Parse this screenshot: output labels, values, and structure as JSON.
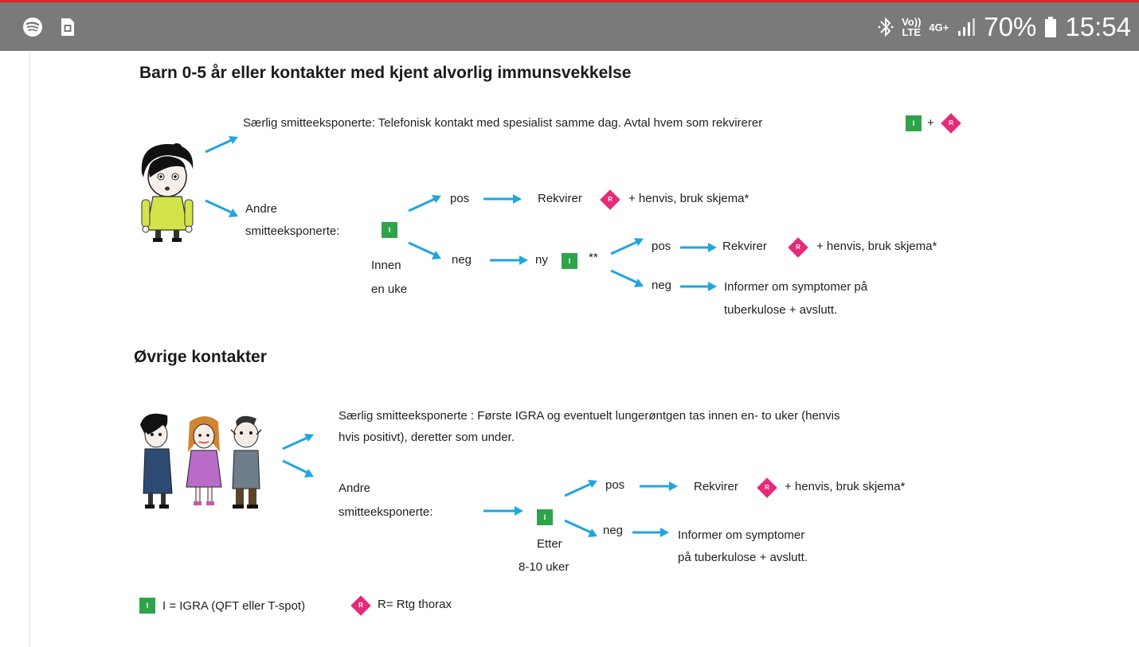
{
  "status_bar": {
    "left_icons": [
      "spotify-icon",
      "sim-card-icon"
    ],
    "right_icons": [
      "bluetooth-icon",
      "signal-icon",
      "battery-icon"
    ],
    "volte_top": "Vo))",
    "volte_bottom": "LTE",
    "network": "4G+",
    "battery": "70%",
    "time": "15:54"
  },
  "section1": {
    "title": "Barn 0-5 år eller kontakter med kjent alvorlig immunsvekkelse",
    "special_text": "Særlig smitteeksponerte: Telefonisk kontakt med spesialist samme dag. Avtal hvem som rekvirerer",
    "plus": "+",
    "andre_line1": "Andre",
    "andre_line2": "smitteeksponerte:",
    "innen_line1": "Innen",
    "innen_line2": "en uke",
    "pos": "pos",
    "neg": "neg",
    "rekvirer": "Rekvirer",
    "henvis": "+ henvis, bruk skjema*",
    "ny": "ny",
    "stars": "**",
    "pos2": "pos",
    "rekvirer2": "Rekvirer",
    "henvis2": "+ henvis, bruk skjema*",
    "neg2": "neg",
    "informer_line1": "Informer om symptomer på",
    "informer_line2": "tuberkulose + avslutt."
  },
  "section2": {
    "title": "Øvrige kontakter",
    "special_line1": "Særlig smitteeksponerte :  Første IGRA og eventuelt lungerøntgen tas innen en- to uker (henvis",
    "special_line2": "hvis positivt), deretter som under.",
    "andre_line1": "Andre",
    "andre_line2": "smitteeksponerte:",
    "etter_line1": "Etter",
    "etter_line2": "8-10 uker",
    "pos": "pos",
    "rekvirer": "Rekvirer",
    "henvis": "+ henvis, bruk skjema*",
    "neg": "neg",
    "informer_line1": "Informer om symptomer",
    "informer_line2": "på tuberkulose + avslutt."
  },
  "legend": {
    "igra": "I = IGRA (QFT eller T-spot)",
    "rtg": "R= Rtg thorax"
  },
  "symbols": {
    "igra_letter": "I",
    "rtg_letter": "R"
  },
  "colors": {
    "arrow": "#1fa6df",
    "igra_box": "#2ea34a",
    "rtg_diamond": "#e6297a",
    "status_bar": "#7a7a7a",
    "top_line": "#e0242a"
  }
}
